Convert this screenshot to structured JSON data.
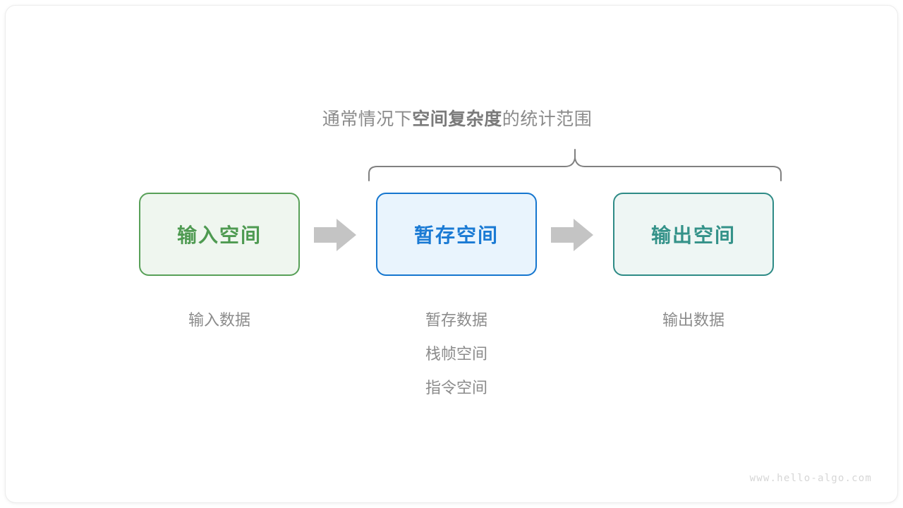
{
  "diagram": {
    "caption": {
      "prefix": "通常情况下",
      "emphasis": "空间复杂度",
      "suffix": "的统计范围"
    },
    "brace": {
      "color": "#808080",
      "span_label": "space-complexity-scope-brace"
    },
    "boxes": [
      {
        "id": "input",
        "label": "输入空间",
        "fill": "#eff6ef",
        "border": "#58a058",
        "text_color": "#4e9a51"
      },
      {
        "id": "temp",
        "label": "暂存空间",
        "fill": "#e9f4fd",
        "border": "#1576cf",
        "text_color": "#1a7ad4"
      },
      {
        "id": "output",
        "label": "输出空间",
        "fill": "#eef6f4",
        "border": "#2e8b86",
        "text_color": "#349289"
      }
    ],
    "arrows": [
      {
        "id": "arrow-1",
        "color": "#c4c4c4",
        "direction": "right"
      },
      {
        "id": "arrow-2",
        "color": "#c4c4c4",
        "direction": "right"
      }
    ],
    "sublabels": [
      {
        "id": "input",
        "lines": [
          "输入数据"
        ]
      },
      {
        "id": "temp",
        "lines": [
          "暂存数据",
          "栈帧空间",
          "指令空间"
        ]
      },
      {
        "id": "output",
        "lines": [
          "输出数据"
        ]
      }
    ],
    "label_color": "#8b8b8b",
    "watermark": "www.hello-algo.com"
  }
}
